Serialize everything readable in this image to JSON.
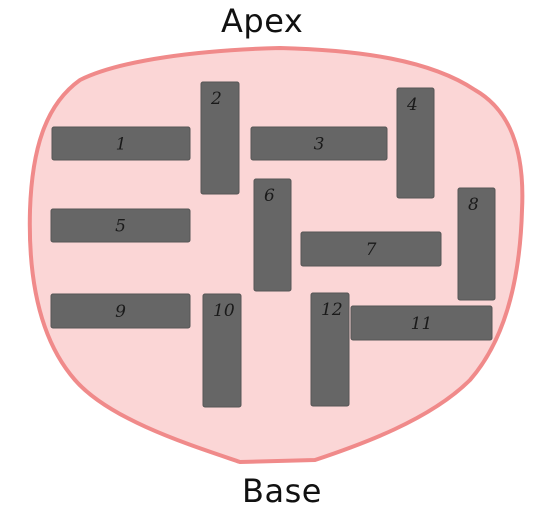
{
  "diagram": {
    "top_label": "Apex",
    "bottom_label": "Base",
    "colors": {
      "outline": "#f08a8a",
      "fill": "#fbd6d6",
      "block": "#666666"
    },
    "blocks": [
      {
        "label": "1",
        "orientation": "horizontal"
      },
      {
        "label": "2",
        "orientation": "vertical"
      },
      {
        "label": "3",
        "orientation": "horizontal"
      },
      {
        "label": "4",
        "orientation": "vertical"
      },
      {
        "label": "5",
        "orientation": "horizontal"
      },
      {
        "label": "6",
        "orientation": "vertical"
      },
      {
        "label": "7",
        "orientation": "horizontal"
      },
      {
        "label": "8",
        "orientation": "vertical"
      },
      {
        "label": "9",
        "orientation": "horizontal"
      },
      {
        "label": "10",
        "orientation": "vertical"
      },
      {
        "label": "11",
        "orientation": "horizontal"
      },
      {
        "label": "12",
        "orientation": "vertical"
      }
    ]
  }
}
